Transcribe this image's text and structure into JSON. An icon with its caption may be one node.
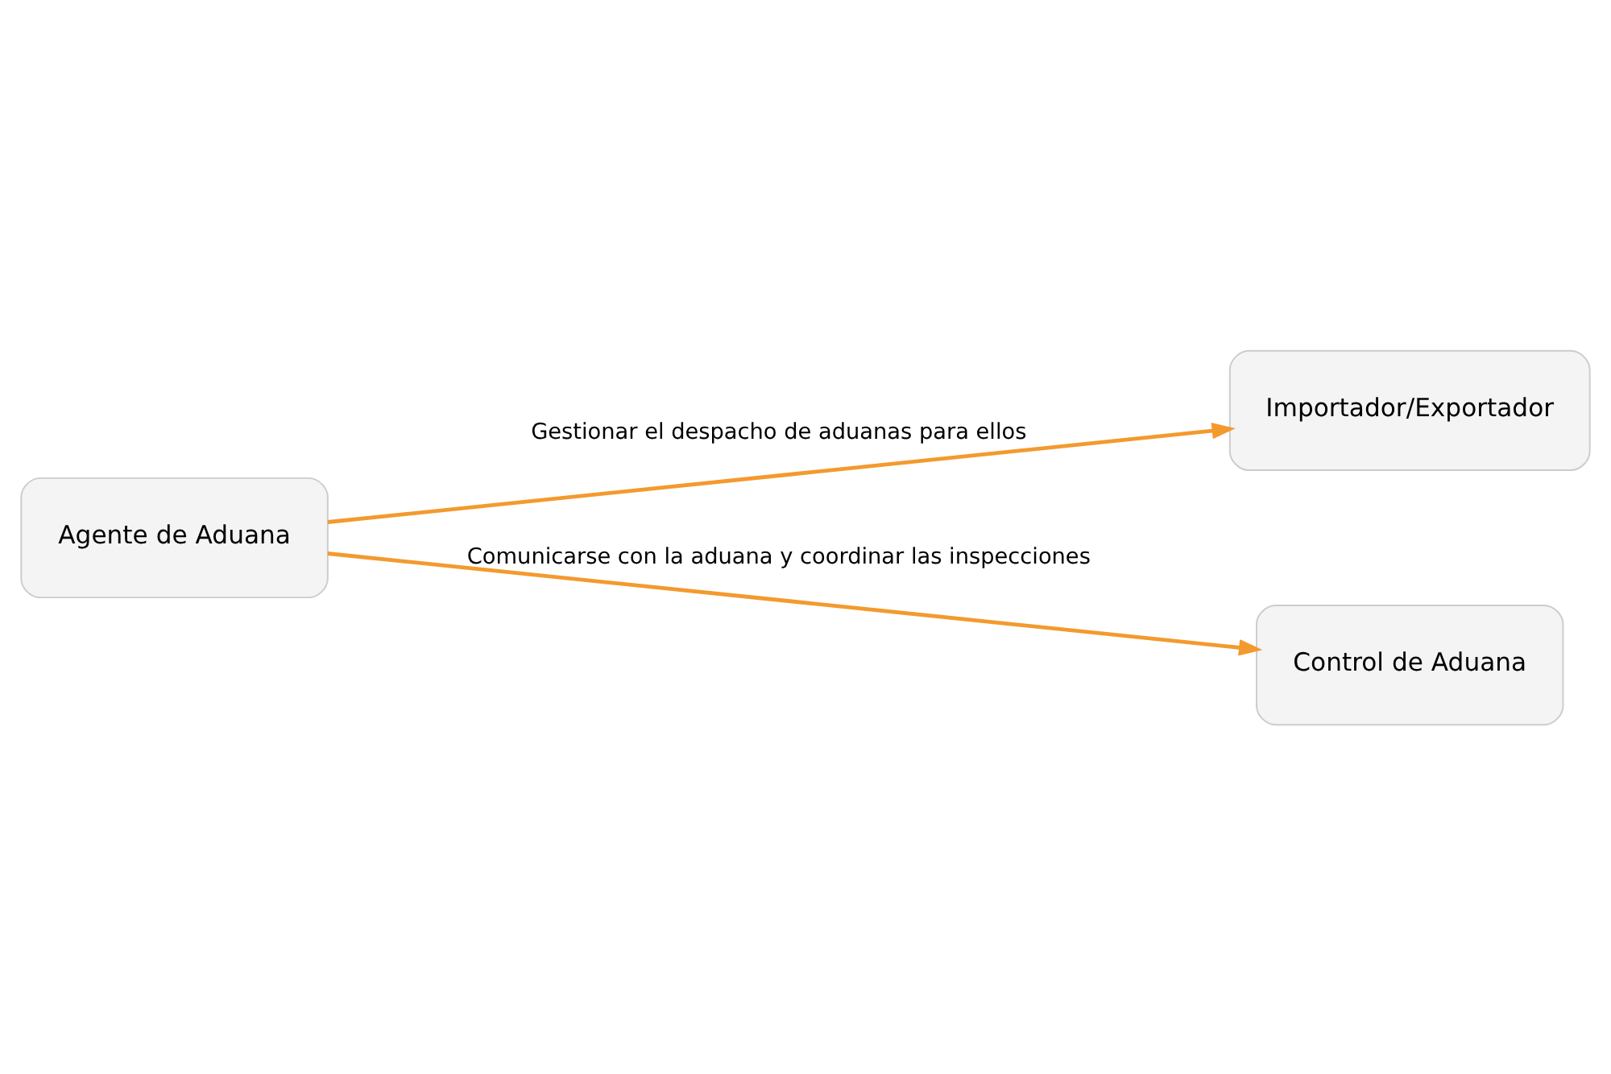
{
  "diagram": {
    "nodes": [
      {
        "text": [
          "Agente de Aduana"
        ]
      },
      {
        "text": [
          "Importador/Exportador"
        ]
      },
      {
        "text": [
          "Control de Aduana"
        ]
      }
    ],
    "edges": [
      {
        "from": 0,
        "to": 1,
        "arrow": "to",
        "label": "Gestionar el despacho de aduanas para ellos"
      },
      {
        "from": 0,
        "to": 2,
        "arrow": "to",
        "label": "Comunicarse con la aduana y coordinar las inspecciones"
      }
    ]
  }
}
